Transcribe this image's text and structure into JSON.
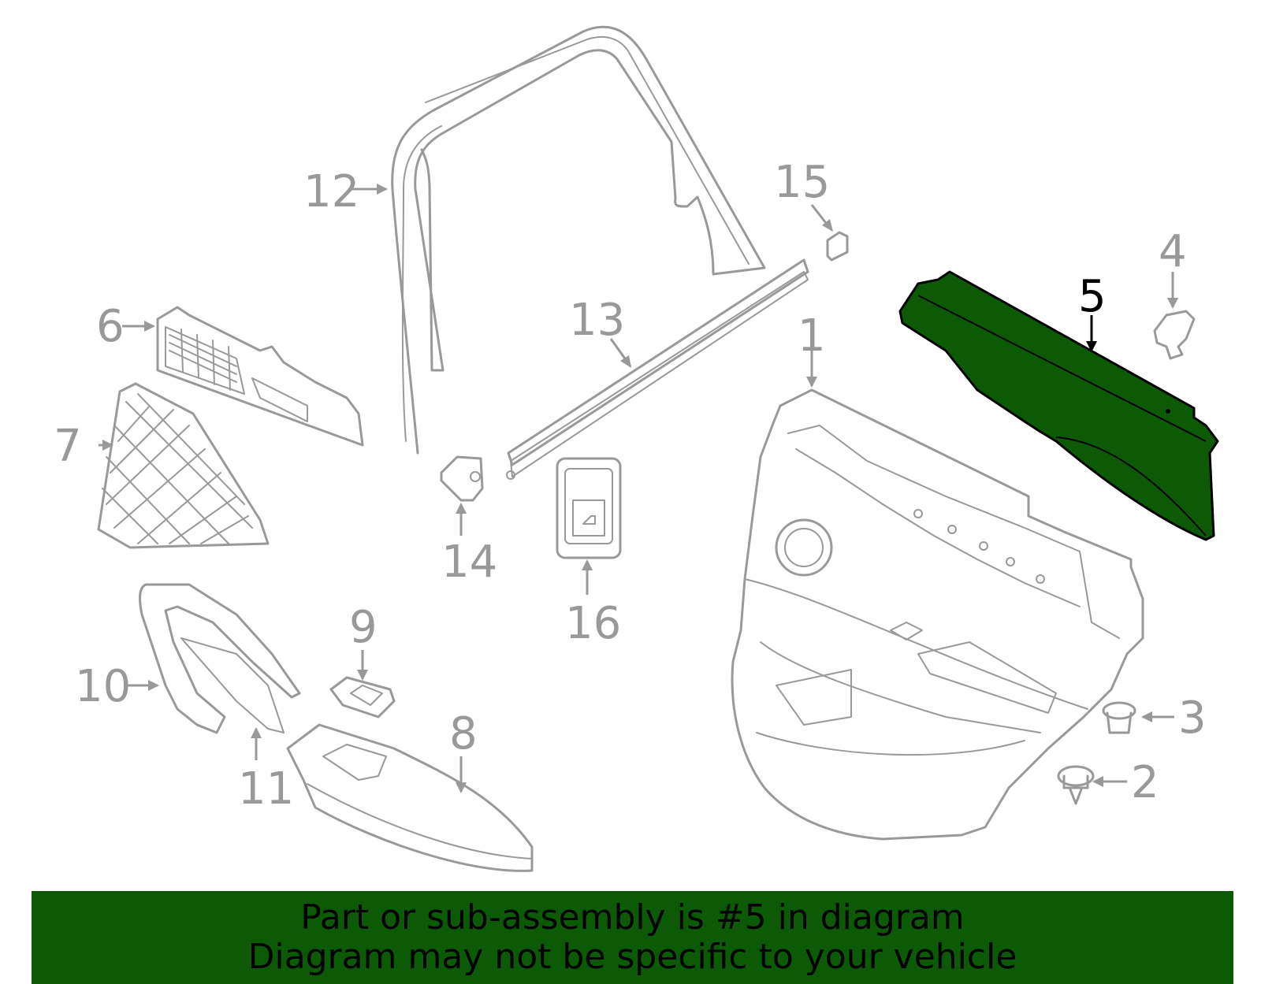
{
  "colors": {
    "highlight_fill": "#0d5a06",
    "part_stroke": "#999999",
    "active_label": "#000000",
    "banner_bg": "#0d5a06"
  },
  "callouts": {
    "c1": "1",
    "c2": "2",
    "c3": "3",
    "c4": "4",
    "c5": "5",
    "c6": "6",
    "c7": "7",
    "c8": "8",
    "c9": "9",
    "c10": "10",
    "c11": "11",
    "c12": "12",
    "c13": "13",
    "c14": "14",
    "c15": "15",
    "c16": "16"
  },
  "highlighted_part": "5",
  "banner": {
    "line1": "Part or sub-assembly is #5 in diagram",
    "line2": "Diagram may not be specific to your vehicle"
  }
}
